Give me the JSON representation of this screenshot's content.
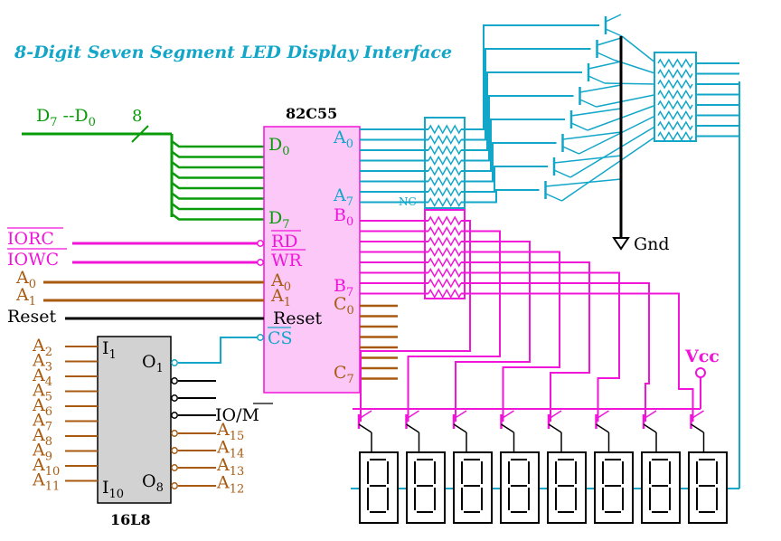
{
  "title": "8-Digit Seven Segment LED Display Interface",
  "colors": {
    "data_bus": "#0a9b0a",
    "control": "#f015d9",
    "address": "#a85a10",
    "port_a": "#12a6c9",
    "black": "#000000",
    "ppi_fill": "#fcc8f8",
    "pal_fill": "#d2d2d2"
  },
  "bus": {
    "name_main": "D",
    "sub7": "7",
    "dash": " --D",
    "sub0": "0",
    "width": "8"
  },
  "ppi": {
    "name": "82C55",
    "left_pins": [
      {
        "main": "D",
        "sub": "0"
      },
      {
        "main": "D",
        "sub": "7"
      },
      {
        "main": "RD",
        "sub": ""
      },
      {
        "main": "WR",
        "sub": ""
      },
      {
        "main": "A",
        "sub": "0"
      },
      {
        "main": "A",
        "sub": "1"
      },
      {
        "main": "Reset",
        "sub": ""
      },
      {
        "main": "CS",
        "sub": ""
      }
    ],
    "right_pins": [
      {
        "main": "A",
        "sub": "0"
      },
      {
        "main": "A",
        "sub": "7"
      },
      {
        "main": "B",
        "sub": "0"
      },
      {
        "main": "B",
        "sub": "7"
      },
      {
        "main": "C",
        "sub": "0"
      },
      {
        "main": "C",
        "sub": "7"
      }
    ],
    "nc_label": "NC"
  },
  "signals": {
    "iorc": "IORC",
    "iowc": "IOWC",
    "a0_main": "A",
    "a0_sub": "0",
    "a1_main": "A",
    "a1_sub": "1",
    "reset": "Reset"
  },
  "pal": {
    "name": "16L8",
    "input_labels": [
      {
        "main": "A",
        "sub": "2"
      },
      {
        "main": "A",
        "sub": "3"
      },
      {
        "main": "A",
        "sub": "4"
      },
      {
        "main": "A",
        "sub": "5"
      },
      {
        "main": "A",
        "sub": "6"
      },
      {
        "main": "A",
        "sub": "7"
      },
      {
        "main": "A",
        "sub": "8"
      },
      {
        "main": "A",
        "sub": "9"
      },
      {
        "main": "A",
        "sub": "10"
      },
      {
        "main": "A",
        "sub": "11"
      }
    ],
    "in_first": {
      "main": "I",
      "sub": "1"
    },
    "in_last": {
      "main": "I",
      "sub": "10"
    },
    "out_first": {
      "main": "O",
      "sub": "1"
    },
    "out_last": {
      "main": "O",
      "sub": "8"
    },
    "iom_main": "IO/",
    "iom_bar": "M",
    "output_labels": [
      {
        "main": "A",
        "sub": "15"
      },
      {
        "main": "A",
        "sub": "14"
      },
      {
        "main": "A",
        "sub": "13"
      },
      {
        "main": "A",
        "sub": "12"
      }
    ]
  },
  "power": {
    "gnd": "Gnd",
    "vcc": "Vcc"
  },
  "display": {
    "digit_count": 8
  }
}
